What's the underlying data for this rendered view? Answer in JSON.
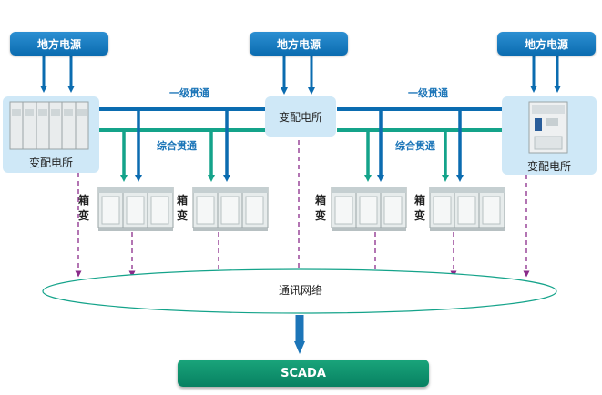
{
  "sources": [
    "地方电源",
    "地方电源",
    "地方电源"
  ],
  "substation_label": "变配电所",
  "substation_labels": [
    "变配电所",
    "变配电所",
    "变配电所"
  ],
  "line_labels": {
    "primary_left": "一级贯通",
    "primary_right": "一级贯通",
    "combined_left": "综合贯通",
    "combined_right": "综合贯通"
  },
  "box_transformers": [
    {
      "line1": "箱",
      "line2": "变"
    },
    {
      "line1": "箱",
      "line2": "变"
    },
    {
      "line1": "箱",
      "line2": "变"
    },
    {
      "line1": "箱",
      "line2": "变"
    }
  ],
  "network_label": "通讯网络",
  "scada_label": "SCADA",
  "colors": {
    "source_blue": "#0b6cb0",
    "primary_line": "#0b6cb0",
    "combined_line": "#14a38a",
    "substation_bg": "#cfe8f7",
    "comm_dash": "#8a2b8a",
    "scada_green": "#078061"
  }
}
